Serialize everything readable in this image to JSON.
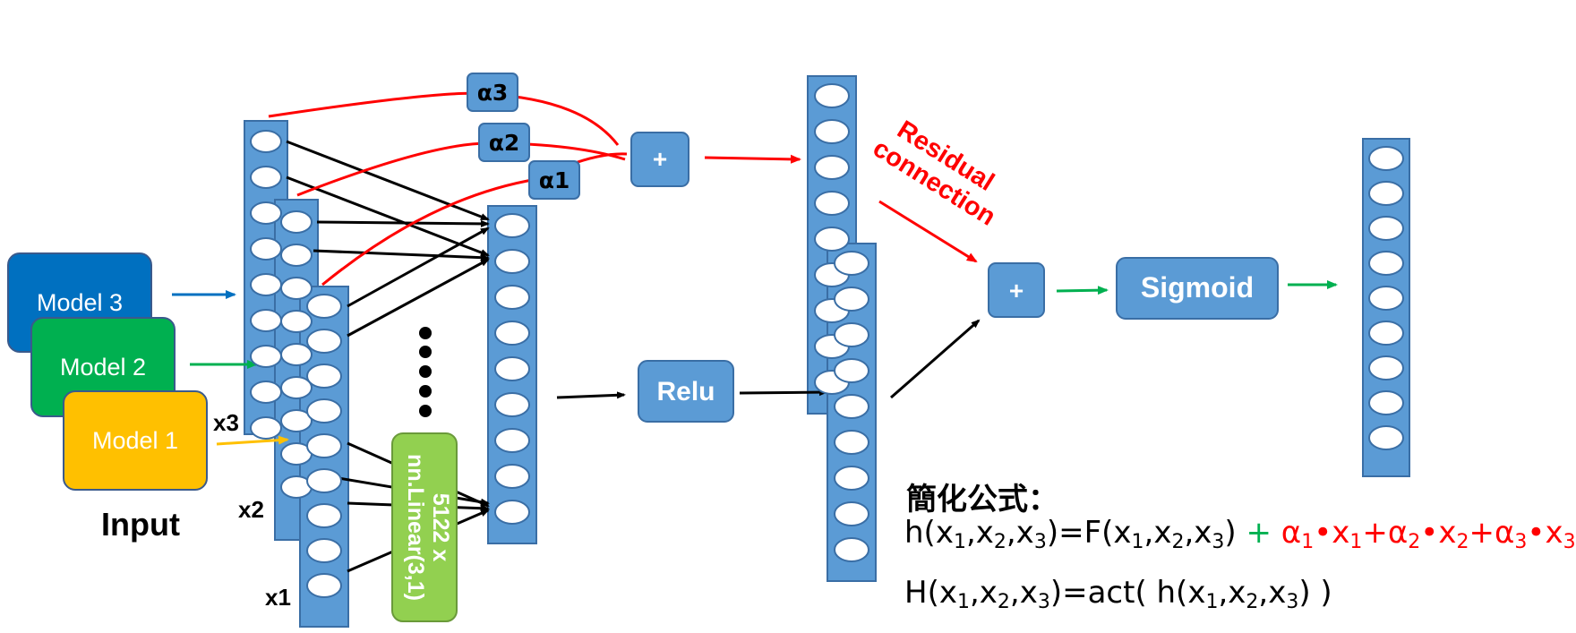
{
  "colors": {
    "layer_fill": "#5b9bd5",
    "layer_stroke": "#3a6ea5",
    "model3": "#0070c0",
    "model2": "#00b050",
    "model1": "#ffc000",
    "linear_box": "#92d050",
    "red": "#ff0000",
    "green": "#00b050",
    "black": "#000000"
  },
  "inputs": {
    "model3_label": "Model 3",
    "model2_label": "Model 2",
    "model1_label": "Model 1",
    "input_label": "Input",
    "x3_label": "x3",
    "x2_label": "x2",
    "x1_label": "x1"
  },
  "weights": {
    "alpha3_label": "α3",
    "alpha2_label": "α2",
    "alpha1_label": "α1"
  },
  "ops": {
    "plus_label": "+",
    "plus2_label": "+",
    "relu_label": "Relu",
    "sigmoid_label": "Sigmoid",
    "linear_line1": "5122 x",
    "linear_line2": "nn.Linear(3,1)"
  },
  "residual": {
    "line1": "Residual",
    "line2": "connection"
  },
  "formula": {
    "heading": "簡化公式：",
    "line1_lhs": "h(x",
    "line1_rhs": "=F(x",
    "plus": "+",
    "alpha_terms": "α1•x1+α2•x2+α3•x3",
    "line2": "H(x1,x2,x3)=act( h(x1,x2,x3) )"
  }
}
